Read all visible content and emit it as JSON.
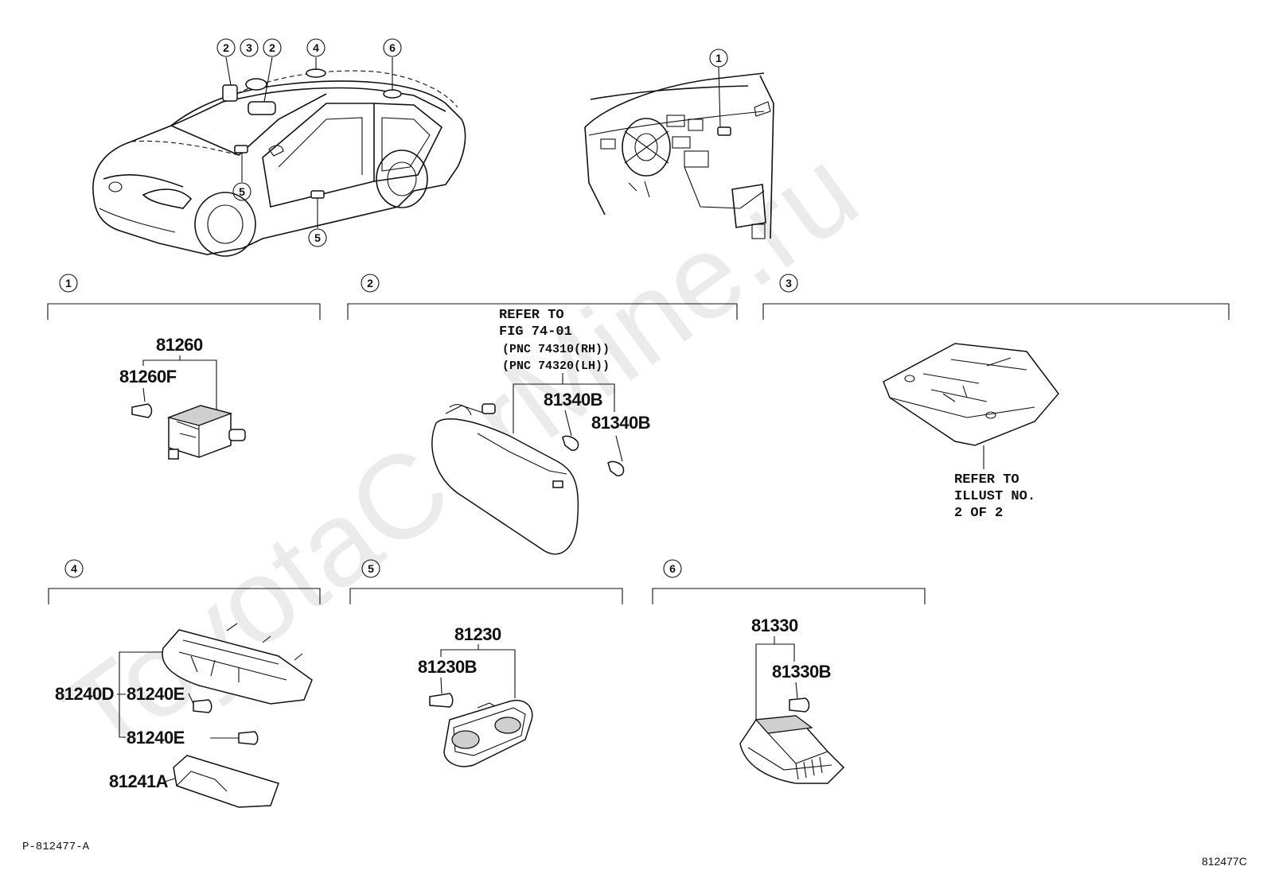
{
  "watermark": "ToyotaCarMine.ru",
  "location_markers": [
    "2",
    "3",
    "2",
    "4",
    "6",
    "5",
    "5",
    "1"
  ],
  "sections": [
    {
      "number": "1",
      "parts": {
        "assembly": "81260",
        "bulb": "81260F"
      }
    },
    {
      "number": "2",
      "note": [
        "REFER TO",
        "FIG 74-01"
      ],
      "pnc": [
        "(PNC 74310(RH))",
        "(PNC 74320(LH))"
      ],
      "parts": {
        "bulb_a": "81340B",
        "bulb_b": "81340B"
      }
    },
    {
      "number": "3",
      "note": [
        "REFER TO",
        "ILLUST NO.",
        "2 OF 2"
      ]
    },
    {
      "number": "4",
      "parts": {
        "assembly": "81240D",
        "bulb_a": "81240E",
        "bulb_b": "81240E",
        "lens": "81241A"
      }
    },
    {
      "number": "5",
      "parts": {
        "assembly": "81230",
        "bulb": "81230B"
      }
    },
    {
      "number": "6",
      "parts": {
        "assembly": "81330",
        "bulb": "81330B"
      }
    }
  ],
  "footer": {
    "left": "P-812477-A",
    "right": "812477C"
  }
}
